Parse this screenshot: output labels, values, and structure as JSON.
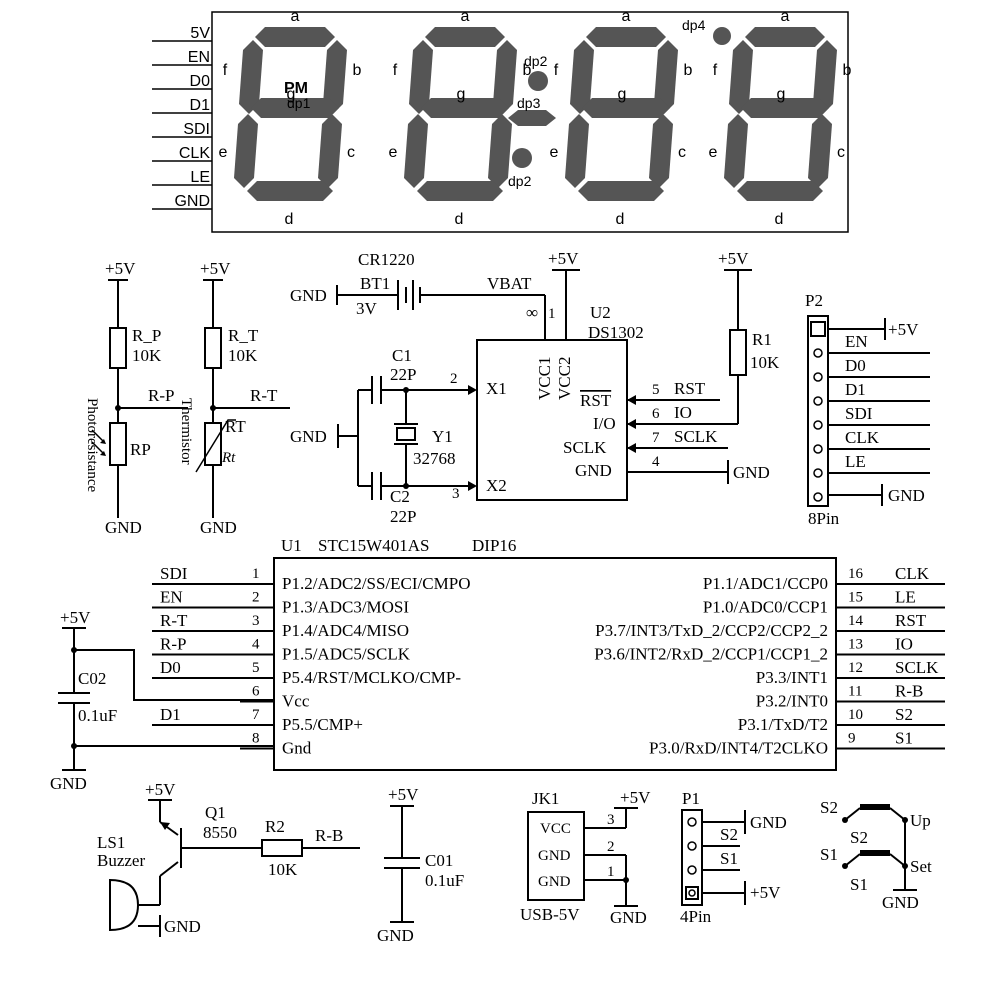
{
  "display": {
    "pins": [
      "5V",
      "EN",
      "D0",
      "D1",
      "SDI",
      "CLK",
      "LE",
      "GND"
    ],
    "segments": {
      "a": "a",
      "b": "b",
      "c": "c",
      "d": "d",
      "e": "e",
      "f": "f",
      "g": "g"
    },
    "pm": "PM",
    "dp1": "dp1",
    "dp2": "dp2",
    "dp3": "dp3",
    "dp4": "dp4"
  },
  "light_sensor": {
    "supply": "+5V",
    "resistor": "R_P",
    "value": "10K",
    "net": "R-P",
    "part": "RP",
    "type": "Photoresistance",
    "ground": "GND"
  },
  "thermistor": {
    "supply": "+5V",
    "resistor": "R_T",
    "value": "10K",
    "net": "R-T",
    "part": "RT",
    "type": "Thermistor",
    "symbol": "Rt",
    "ground": "GND"
  },
  "rtc": {
    "battery_model": "CR1220",
    "battery": "BT1",
    "battery_voltage": "3V",
    "ground": "GND",
    "vbat": "VBAT",
    "supply": "+5V",
    "infinity": "∞",
    "pin1": "1",
    "chip": "U2",
    "chip_model": "DS1302",
    "vcc1": "VCC1",
    "vcc2": "VCC2",
    "c1": "C1",
    "c1_value": "22P",
    "c2": "C2",
    "c2_value": "22P",
    "crystal": "Y1",
    "crystal_value": "32768",
    "x1": "X1",
    "x2": "X2",
    "pin_x1": "2",
    "pin_x2": "3",
    "rst": "RST",
    "io": "I/O",
    "sclk": "SCLK",
    "gnd": "GND",
    "pin_rst": "5",
    "pin_io": "6",
    "pin_sclk": "7",
    "pin_gnd": "4",
    "net_rst": "RST",
    "net_io": "IO",
    "net_sclk": "SCLK",
    "r1": "R1",
    "r1_value": "10K"
  },
  "p2": {
    "name": "P2",
    "footer": "8Pin",
    "supply": "+5V",
    "ground": "GND",
    "nets": [
      "EN",
      "D0",
      "D1",
      "SDI",
      "CLK",
      "LE"
    ]
  },
  "mcu": {
    "ref": "U1",
    "model": "STC15W401AS",
    "package": "DIP16",
    "left": [
      {
        "net": "SDI",
        "num": "1",
        "pin": "P1.2/ADC2/SS/ECI/CMPO"
      },
      {
        "net": "EN",
        "num": "2",
        "pin": "P1.3/ADC3/MOSI"
      },
      {
        "net": "R-T",
        "num": "3",
        "pin": "P1.4/ADC4/MISO"
      },
      {
        "net": "R-P",
        "num": "4",
        "pin": "P1.5/ADC5/SCLK"
      },
      {
        "net": "D0",
        "num": "5",
        "pin": "P5.4/RST/MCLKO/CMP-"
      },
      {
        "net": "",
        "num": "6",
        "pin": "Vcc"
      },
      {
        "net": "D1",
        "num": "7",
        "pin": "P5.5/CMP+"
      },
      {
        "net": "",
        "num": "8",
        "pin": "Gnd"
      }
    ],
    "right": [
      {
        "net": "CLK",
        "num": "16",
        "pin": "P1.1/ADC1/CCP0"
      },
      {
        "net": "LE",
        "num": "15",
        "pin": "P1.0/ADC0/CCP1"
      },
      {
        "net": "RST",
        "num": "14",
        "pin": "P3.7/INT3/TxD_2/CCP2/CCP2_2"
      },
      {
        "net": "IO",
        "num": "13",
        "pin": "P3.6/INT2/RxD_2/CCP1/CCP1_2"
      },
      {
        "net": "SCLK",
        "num": "12",
        "pin": "P3.3/INT1"
      },
      {
        "net": "R-B",
        "num": "11",
        "pin": "P3.2/INT0"
      },
      {
        "net": "S2",
        "num": "10",
        "pin": "P3.1/TxD/T2"
      },
      {
        "net": "S1",
        "num": "9",
        "pin": "P3.0/RxD/INT4/T2CLKO"
      }
    ],
    "decoupling": {
      "supply": "+5V",
      "ref": "C02",
      "value": "0.1uF",
      "ground": "GND"
    }
  },
  "buzzer": {
    "supply": "+5V",
    "transistor": "Q1",
    "transistor_model": "8550",
    "resistor": "R2",
    "resistor_value": "10K",
    "net": "R-B",
    "ref": "LS1",
    "type": "Buzzer",
    "ground": "GND"
  },
  "c01": {
    "supply": "+5V",
    "ref": "C01",
    "value": "0.1uF",
    "ground": "GND"
  },
  "usb": {
    "ref": "JK1",
    "supply": "+5V",
    "pins": [
      "VCC",
      "GND",
      "GND"
    ],
    "nums": [
      "3",
      "2",
      "1"
    ],
    "ground": "GND",
    "footer": "USB-5V"
  },
  "p1": {
    "ref": "P1",
    "ground": "GND",
    "nets": [
      "S2",
      "S1"
    ],
    "supply": "+5V",
    "footer": "4Pin"
  },
  "switches": {
    "s2": "S2",
    "s1": "S1",
    "up": "Up",
    "set": "Set",
    "ground": "GND"
  }
}
